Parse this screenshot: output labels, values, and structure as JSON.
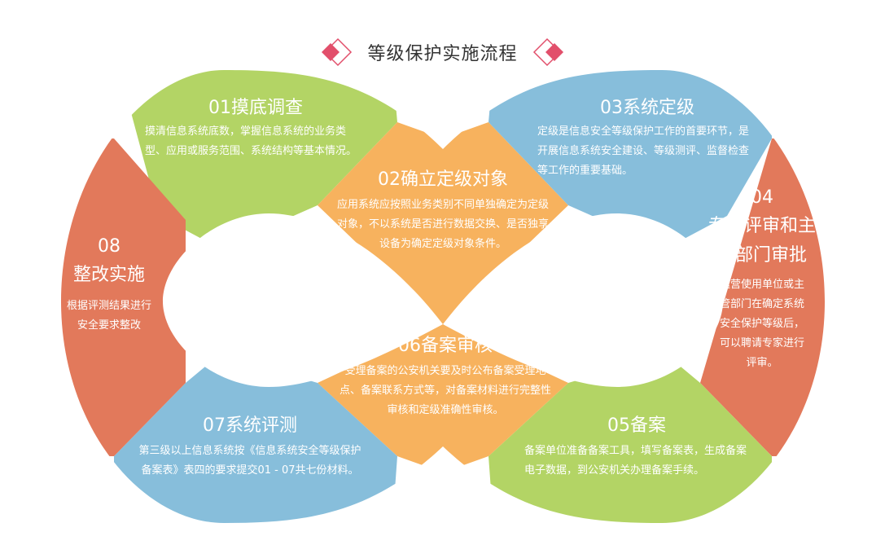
{
  "title": "等级保护实施流程",
  "colors": {
    "green": "#B3D465",
    "orange": "#F7B25E",
    "blue": "#87BEDB",
    "red": "#E2795B",
    "title_deco": "#E24F6B"
  },
  "steps": [
    {
      "title": "01摸底调查",
      "desc": "摸清信息系统底数，掌握信息系统的业务类型、应用或服务范围、系统结构等基本情况。"
    },
    {
      "title": "02确立定级对象",
      "desc": "应用系统应按照业务类别不同单独确定为定级对象，不以系统是否进行数据交换、是否独享设备为确定定级对象条件。"
    },
    {
      "title": "03系统定级",
      "desc": "定级是信息安全等级保护工作的首要环节，是开展信息系统安全建设、等级测评、监督检查等工作的重要基础。"
    },
    {
      "num": "04",
      "title": "专家评审和主管部门审批",
      "desc": "运营使用单位或主管部门在确定系统安全保护等级后，可以聘请专家进行评审。"
    },
    {
      "title": "05备案",
      "desc": "备案单位准备备案工具，填写备案表，生成备案电子数据，到公安机关办理备案手续。"
    },
    {
      "title": "06备案审核",
      "desc": "受理备案的公安机关要及时公布备案受理地点、备案联系方式等，对备案材料进行完整性审核和定级准确性审核。"
    },
    {
      "title": "07系统评测",
      "desc": "第三级以上信息系统按《信息系统安全等级保护备案表》表四的要求提交01 - 07共七份材料。"
    },
    {
      "num": "08",
      "title": "整改实施",
      "desc": "根据评测结果进行安全要求整改"
    }
  ]
}
